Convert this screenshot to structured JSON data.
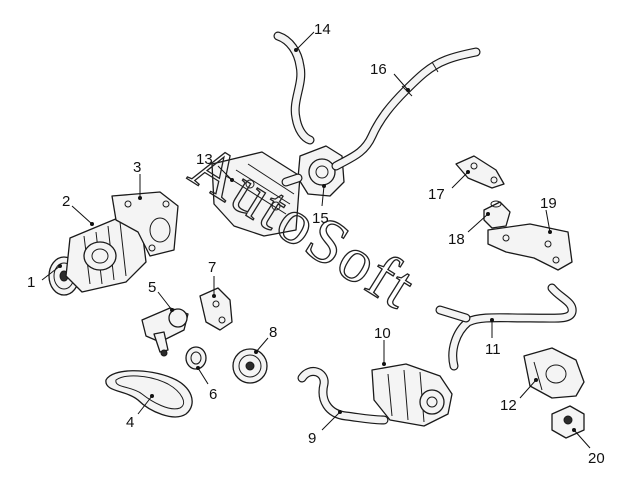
{
  "watermark": {
    "text": "AutoSoft"
  },
  "callouts": [
    {
      "id": "1",
      "label": "1"
    },
    {
      "id": "2",
      "label": "2"
    },
    {
      "id": "3",
      "label": "3"
    },
    {
      "id": "4",
      "label": "4"
    },
    {
      "id": "5",
      "label": "5"
    },
    {
      "id": "6",
      "label": "6"
    },
    {
      "id": "7",
      "label": "7"
    },
    {
      "id": "8",
      "label": "8"
    },
    {
      "id": "9",
      "label": "9"
    },
    {
      "id": "10",
      "label": "10"
    },
    {
      "id": "11",
      "label": "11"
    },
    {
      "id": "12",
      "label": "12"
    },
    {
      "id": "13",
      "label": "13"
    },
    {
      "id": "14",
      "label": "14"
    },
    {
      "id": "15",
      "label": "15"
    },
    {
      "id": "16",
      "label": "16"
    },
    {
      "id": "17",
      "label": "17"
    },
    {
      "id": "18",
      "label": "18"
    },
    {
      "id": "19",
      "label": "19"
    },
    {
      "id": "20",
      "label": "20"
    }
  ]
}
